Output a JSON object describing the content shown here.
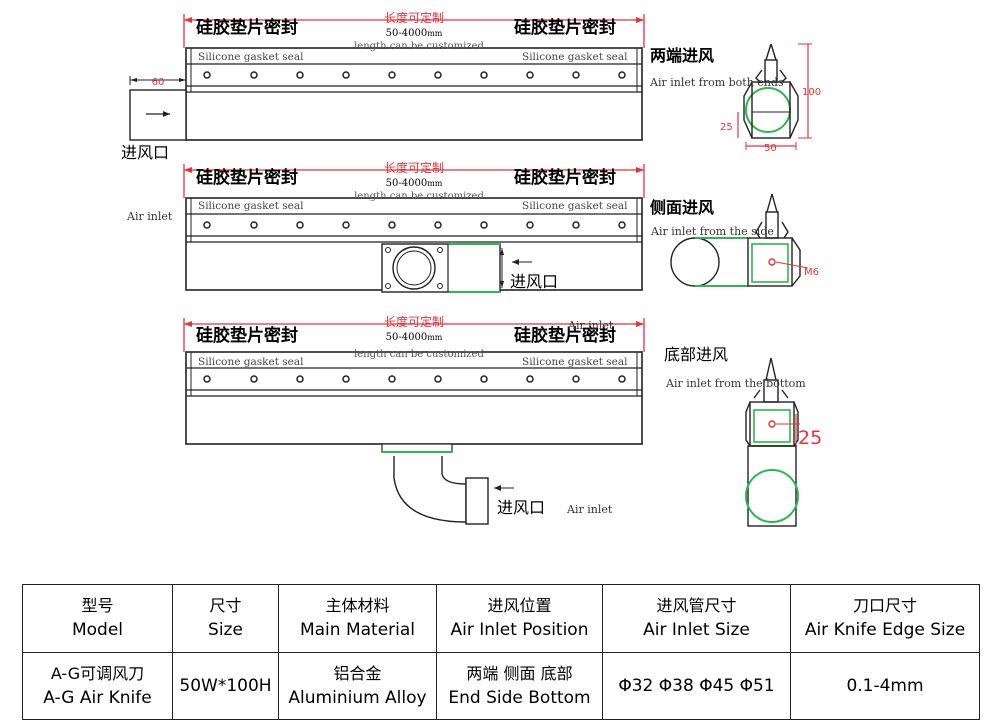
{
  "labels": {
    "seal_cn": "硅胶垫片密封",
    "seal_en": "Silicone gasket seal",
    "length_cn": "长度可定制",
    "length_range": "50-4000",
    "length_unit": "mm",
    "length_en": "length can be customized",
    "inlet_cn": "进风口",
    "air_inlet": "Air inlet"
  },
  "views": {
    "both_ends": {
      "title_cn": "两端进风",
      "title_en": "Air inlet from both ends"
    },
    "side": {
      "title_cn": "侧面进风",
      "title_en": "Air inlet from the side"
    },
    "bottom": {
      "title_cn": "底部进风",
      "title_en": "Air inlet from the bottom"
    }
  },
  "dimensions": {
    "d60": "60",
    "d100": "100",
    "d25": "25",
    "d50": "50",
    "m6": "M6",
    "d25b": "25"
  },
  "table": {
    "headers": [
      {
        "cn": "型号",
        "en": "Model"
      },
      {
        "cn": "尺寸",
        "en": "Size"
      },
      {
        "cn": "主体材料",
        "en": "Main Material"
      },
      {
        "cn": "进风位置",
        "en": "Air Inlet Position"
      },
      {
        "cn": "进风管尺寸",
        "en": "Air Inlet Size"
      },
      {
        "cn": "刀口尺寸",
        "en": "Air Knife Edge Size"
      }
    ],
    "row": [
      {
        "cn": "A-G可调风刀",
        "en": "A-G Air Knife"
      },
      {
        "cn": "",
        "en": "50W*100H"
      },
      {
        "cn": "铝合金",
        "en": "Aluminium Alloy"
      },
      {
        "cn": "两端 侧面 底部",
        "en": "End Side Bottom"
      },
      {
        "cn": "",
        "en": "Φ32 Φ38 Φ45 Φ51"
      },
      {
        "cn": "",
        "en": "0.1-4mm"
      }
    ]
  },
  "colors": {
    "dimension": "#e8323c",
    "seal": "#2db84a",
    "line": "#222222"
  }
}
